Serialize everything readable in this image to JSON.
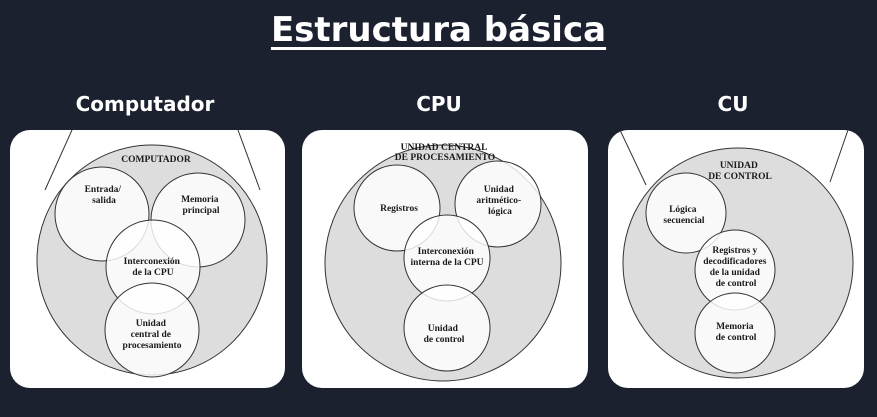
{
  "title": "Estructura básica",
  "colors": {
    "background": "#1c2130",
    "panel": "#ffffff",
    "disc": "#dddddd",
    "line": "#333333"
  },
  "panels": [
    {
      "heading": "Computador",
      "diagram_title": [
        "COMPUTADOR"
      ],
      "circles": [
        {
          "label": [
            "Entrada/",
            "salida"
          ]
        },
        {
          "label": [
            "Memoria",
            "principal"
          ]
        },
        {
          "label": [
            "Interconexión",
            "de la CPU"
          ]
        },
        {
          "label": [
            "Unidad",
            "central de",
            "procesamiento"
          ]
        }
      ]
    },
    {
      "heading": "CPU",
      "diagram_title": [
        "UNIDAD CENTRAL",
        "DE PROCESAMIENTO"
      ],
      "circles": [
        {
          "label": [
            "Registros"
          ]
        },
        {
          "label": [
            "Unidad",
            "aritmético-",
            "lógica"
          ]
        },
        {
          "label": [
            "Interconexión",
            "interna de la CPU"
          ]
        },
        {
          "label": [
            "Unidad",
            "de control"
          ]
        }
      ]
    },
    {
      "heading": "CU",
      "diagram_title": [
        "UNIDAD",
        "DE CONTROL"
      ],
      "circles": [
        {
          "label": [
            "Lógica",
            "secuencial"
          ]
        },
        {
          "label": [
            "Registros y",
            "decodificadores",
            "de la unidad",
            "de control"
          ]
        },
        {
          "label": [
            "Memoria",
            "de control"
          ]
        }
      ]
    }
  ]
}
